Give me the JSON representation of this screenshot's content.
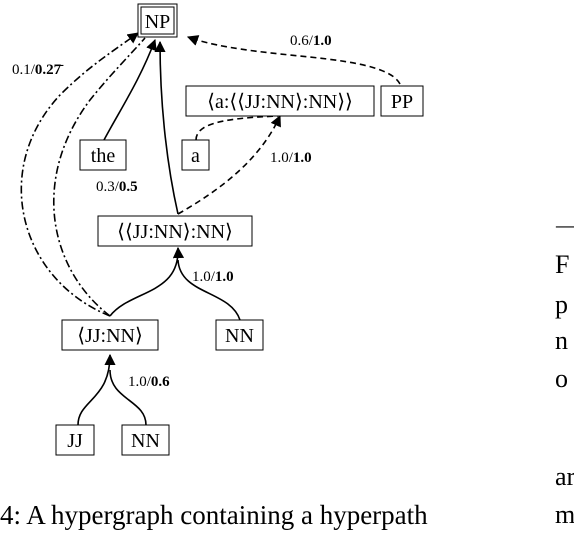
{
  "nodes": {
    "np": "NP",
    "a_jjnn_nn": "⟨a:⟨⟨JJ:NN⟩:NN⟩⟩",
    "pp": "PP",
    "the": "the",
    "a": "a",
    "jjnn_nn": "⟨⟨JJ:NN⟩:NN⟩",
    "jjnn": "⟨JJ:NN⟩",
    "nn_mid": "NN",
    "jj": "JJ",
    "nn_bottom": "NN"
  },
  "weights": {
    "w_left": {
      "plain": "0.1/",
      "bold": "0.27̄"
    },
    "w_pp": {
      "plain": "0.6/",
      "bold": "1.0"
    },
    "w_a": {
      "plain": "1.0/",
      "bold": "1.0"
    },
    "w_the": {
      "plain": "0.3/",
      "bold": "0.5"
    },
    "w_mid": {
      "plain": "1.0/",
      "bold": "1.0"
    },
    "w_low": {
      "plain": "1.0/",
      "bold": "0.6"
    }
  },
  "caption": {
    "line1": "4:  A hypergraph containing a hyperpath"
  },
  "right_column": {
    "dash": "—",
    "lines": [
      "F",
      "p",
      "n",
      "o",
      "ar",
      "m"
    ]
  }
}
